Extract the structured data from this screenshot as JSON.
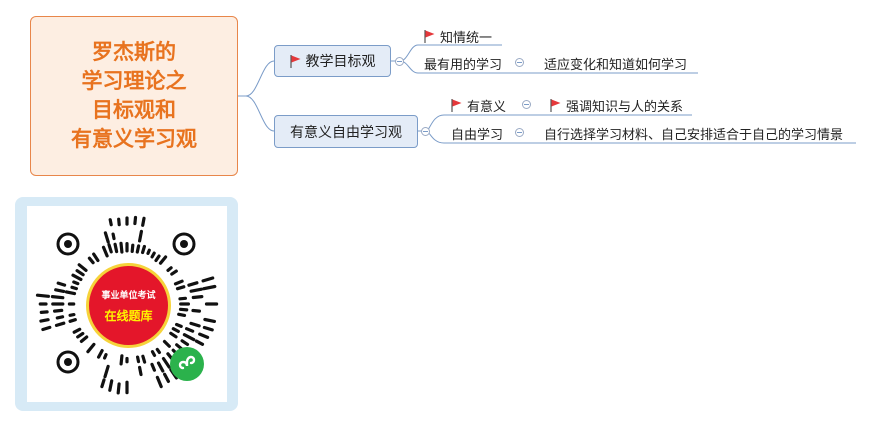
{
  "root": {
    "lines": [
      "罗杰斯的",
      "学习理论之",
      "目标观和",
      "有意义学习观"
    ]
  },
  "branches": [
    {
      "label": "教学目标观",
      "children": [
        {
          "label": "知情统一",
          "flag": true
        },
        {
          "label": "最有用的学习",
          "child": "适应变化和知道如何学习"
        }
      ]
    },
    {
      "label": "有意义自由学习观",
      "children": [
        {
          "label": "有意义",
          "flag": true,
          "child": "强调知识与人的关系",
          "child_flag": true
        },
        {
          "label": "自由学习",
          "child": "自行选择学习材料、自己安排适合于自己的学习情景"
        }
      ]
    }
  ],
  "qr": {
    "line1": "事业单位考试",
    "line2": "在线题库"
  },
  "colors": {
    "root_text": "#e8731f",
    "root_fill": "#fdeee2",
    "branch_fill": "#e4ecf7",
    "connector": "#7b9cc8",
    "flag": "#e5383b"
  }
}
